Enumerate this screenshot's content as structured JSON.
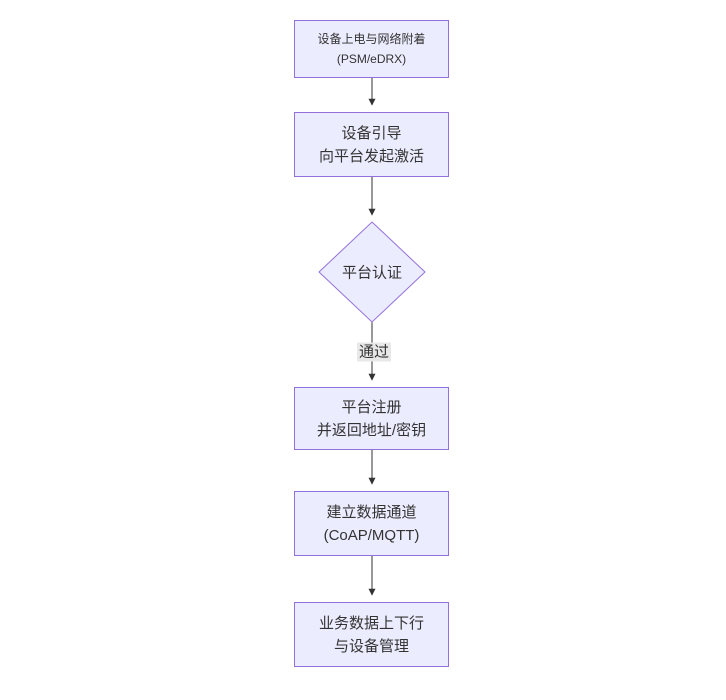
{
  "diagram": {
    "title": "device-activation-flowchart",
    "nodes": {
      "power_on": {
        "line1": "设备上电与网络附着",
        "line2": "(PSM/eDRX)"
      },
      "bootstrap": {
        "line1": "设备引导",
        "line2": "向平台发起激活"
      },
      "auth_decision": {
        "label": "平台认证"
      },
      "register": {
        "line1": "平台注册",
        "line2": "并返回地址/密钥"
      },
      "data_channel": {
        "line1": "建立数据通道",
        "line2": "(CoAP/MQTT)"
      },
      "business_data": {
        "line1": "业务数据上下行",
        "line2": "与设备管理"
      }
    },
    "edges": {
      "auth_pass_label": "通过"
    },
    "colors": {
      "node_fill": "#ECECFF",
      "node_border": "#9370DB",
      "edge_stroke": "#333333",
      "text": "#333333",
      "edge_label_bg": "#e8e8e8",
      "background": "#ffffff"
    }
  }
}
